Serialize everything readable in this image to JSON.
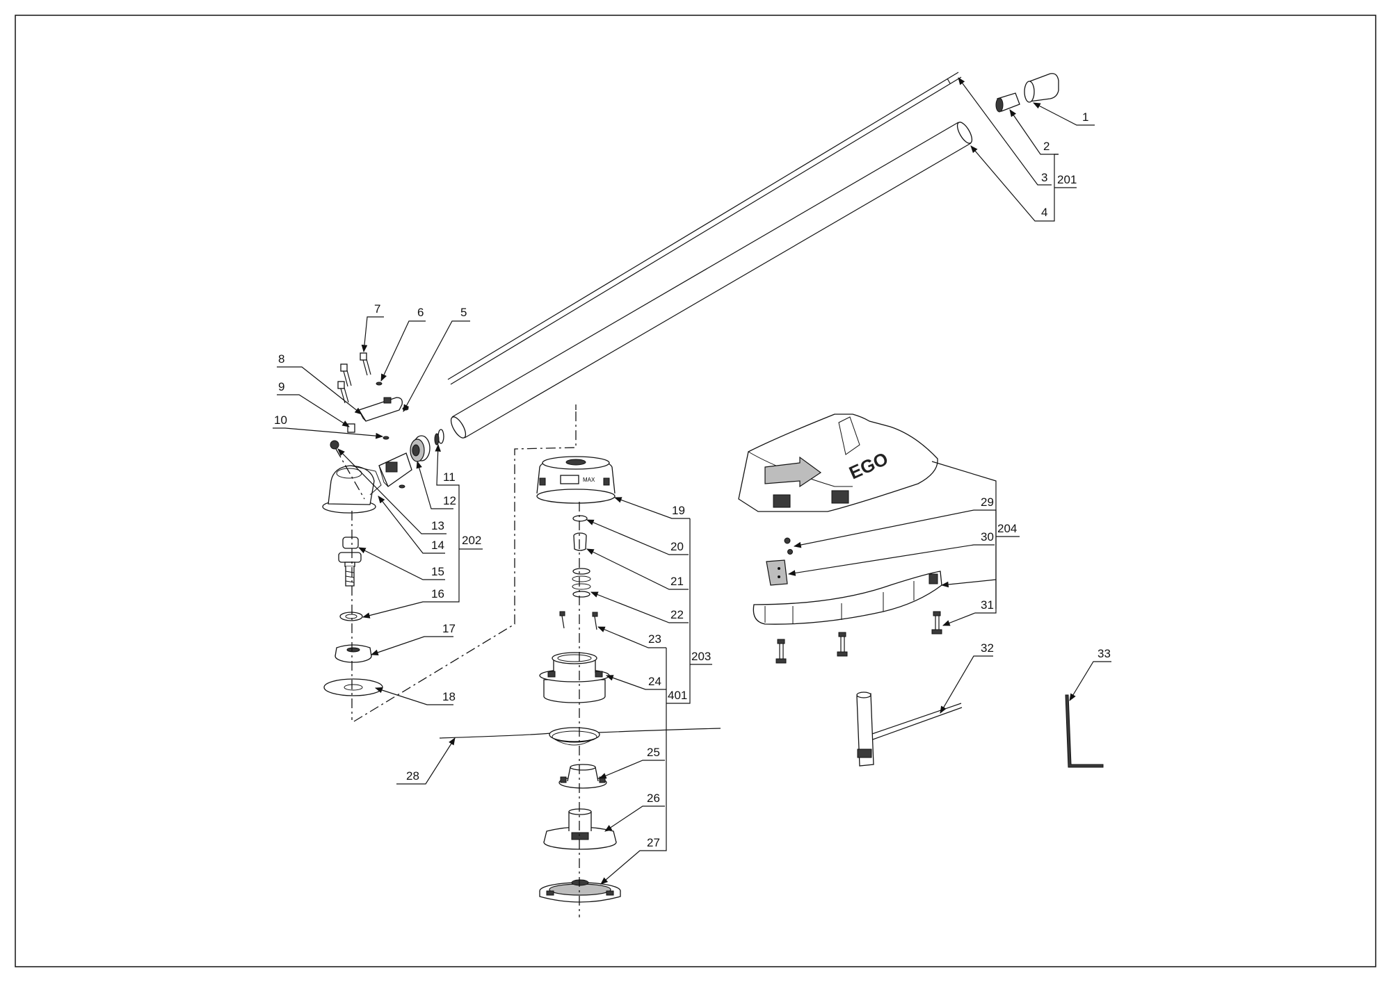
{
  "labels": {
    "p1": "1",
    "p2": "2",
    "p3": "3",
    "p4": "4",
    "p5": "5",
    "p6": "6",
    "p7": "7",
    "p8": "8",
    "p9": "9",
    "p10": "10",
    "p11": "11",
    "p12": "12",
    "p13": "13",
    "p14": "14",
    "p15": "15",
    "p16": "16",
    "p17": "17",
    "p18": "18",
    "p19": "19",
    "p20": "20",
    "p21": "21",
    "p22": "22",
    "p23": "23",
    "p24": "24",
    "p25": "25",
    "p26": "26",
    "p27": "27",
    "p28": "28",
    "p29": "29",
    "p30": "30",
    "p31": "31",
    "p32": "32",
    "p33": "33"
  },
  "groups": {
    "g201": "201",
    "g202": "202",
    "g203": "203",
    "g204": "204",
    "g401": "401"
  },
  "markings": {
    "spool_text": "MAX",
    "guard_logo": "EGO"
  }
}
